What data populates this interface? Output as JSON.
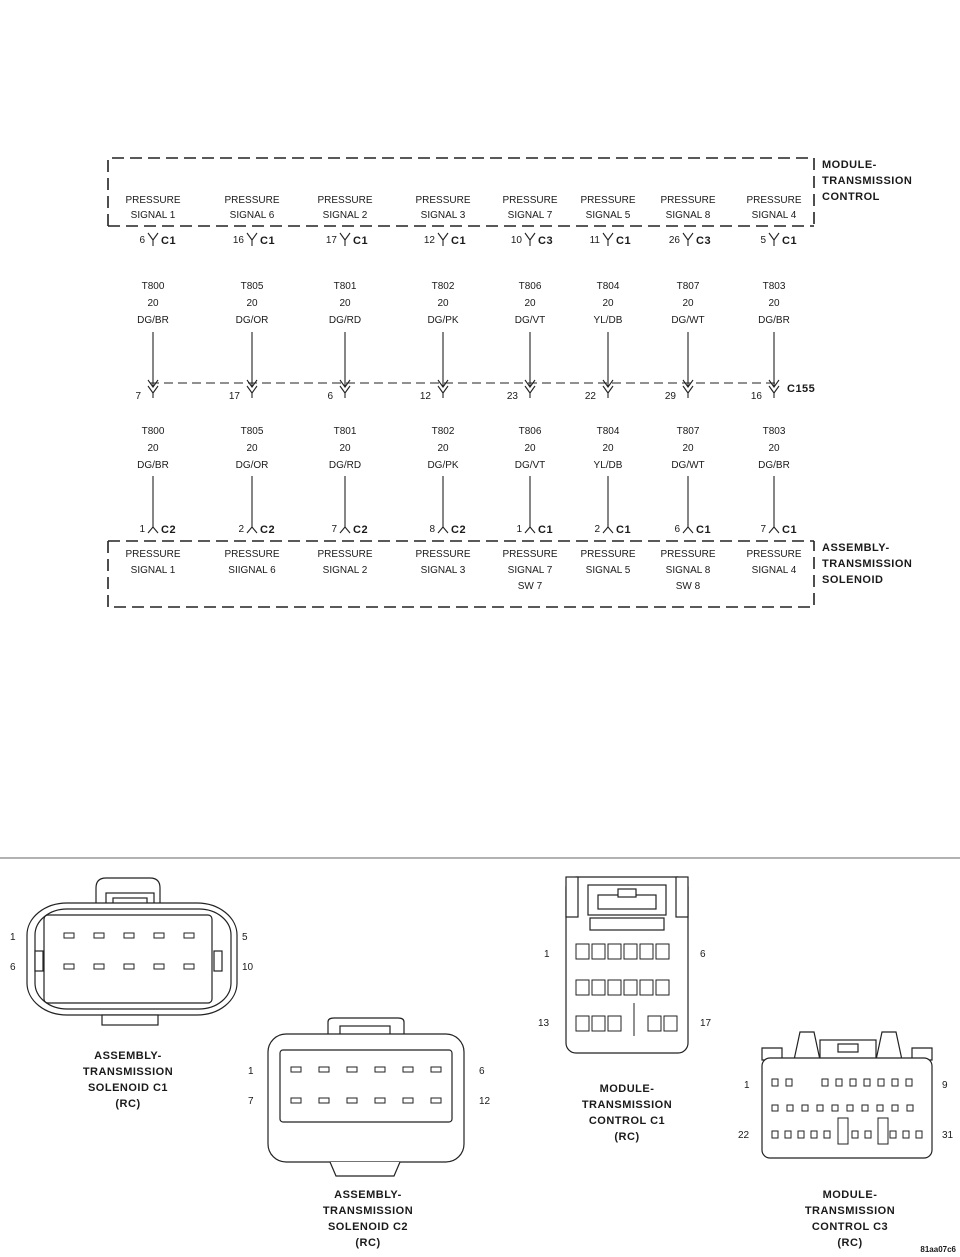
{
  "top_module": {
    "lines": [
      "MODULE-",
      "TRANSMISSION",
      "CONTROL"
    ]
  },
  "bottom_module": {
    "lines": [
      "ASSEMBLY-",
      "TRANSMISSION",
      "SOLENOID"
    ]
  },
  "splice_label": "C155",
  "circuits": [
    {
      "top_label": [
        "PRESSURE",
        "SIGNAL 1"
      ],
      "top_pin": "6",
      "top_conn": "C1",
      "wire_top": [
        "T800",
        "20",
        "DG/BR"
      ],
      "mid_pin": "7",
      "wire_bottom": [
        "T800",
        "20",
        "DG/BR"
      ],
      "bottom_pin": "1",
      "bottom_conn": "C2",
      "bottom_label": [
        "PRESSURE",
        "SIGNAL 1"
      ]
    },
    {
      "top_label": [
        "PRESSURE",
        "SIGNAL 6"
      ],
      "top_pin": "16",
      "top_conn": "C1",
      "wire_top": [
        "T805",
        "20",
        "DG/OR"
      ],
      "mid_pin": "17",
      "wire_bottom": [
        "T805",
        "20",
        "DG/OR"
      ],
      "bottom_pin": "2",
      "bottom_conn": "C2",
      "bottom_label": [
        "PRESSURE",
        "SIIGNAL 6"
      ]
    },
    {
      "top_label": [
        "PRESSURE",
        "SIGNAL 2"
      ],
      "top_pin": "17",
      "top_conn": "C1",
      "wire_top": [
        "T801",
        "20",
        "DG/RD"
      ],
      "mid_pin": "6",
      "wire_bottom": [
        "T801",
        "20",
        "DG/RD"
      ],
      "bottom_pin": "7",
      "bottom_conn": "C2",
      "bottom_label": [
        "PRESSURE",
        "SIGNAL 2"
      ]
    },
    {
      "top_label": [
        "PRESSURE",
        "SIGNAL 3"
      ],
      "top_pin": "12",
      "top_conn": "C1",
      "wire_top": [
        "T802",
        "20",
        "DG/PK"
      ],
      "mid_pin": "12",
      "wire_bottom": [
        "T802",
        "20",
        "DG/PK"
      ],
      "bottom_pin": "8",
      "bottom_conn": "C2",
      "bottom_label": [
        "PRESSURE",
        "SIGNAL 3"
      ]
    },
    {
      "top_label": [
        "PRESSURE",
        "SIGNAL 7"
      ],
      "top_pin": "10",
      "top_conn": "C3",
      "wire_top": [
        "T806",
        "20",
        "DG/VT"
      ],
      "mid_pin": "23",
      "wire_bottom": [
        "T806",
        "20",
        "DG/VT"
      ],
      "bottom_pin": "1",
      "bottom_conn": "C1",
      "bottom_label": [
        "PRESSURE",
        "SIGNAL 7",
        "SW 7"
      ]
    },
    {
      "top_label": [
        "PRESSURE",
        "SIGNAL 5"
      ],
      "top_pin": "11",
      "top_conn": "C1",
      "wire_top": [
        "T804",
        "20",
        "YL/DB"
      ],
      "mid_pin": "22",
      "wire_bottom": [
        "T804",
        "20",
        "YL/DB"
      ],
      "bottom_pin": "2",
      "bottom_conn": "C1",
      "bottom_label": [
        "PRESSURE",
        "SIGNAL 5"
      ]
    },
    {
      "top_label": [
        "PRESSURE",
        "SIGNAL 8"
      ],
      "top_pin": "26",
      "top_conn": "C3",
      "wire_top": [
        "T807",
        "20",
        "DG/WT"
      ],
      "mid_pin": "29",
      "wire_bottom": [
        "T807",
        "20",
        "DG/WT"
      ],
      "bottom_pin": "6",
      "bottom_conn": "C1",
      "bottom_label": [
        "PRESSURE",
        "SIGNAL 8",
        "SW 8"
      ]
    },
    {
      "top_label": [
        "PRESSURE",
        "SIGNAL 4"
      ],
      "top_pin": "5",
      "top_conn": "C1",
      "wire_top": [
        "T803",
        "20",
        "DG/BR"
      ],
      "mid_pin": "16",
      "wire_bottom": [
        "T803",
        "20",
        "DG/BR"
      ],
      "bottom_pin": "7",
      "bottom_conn": "C1",
      "bottom_label": [
        "PRESSURE",
        "SIGNAL 4"
      ]
    }
  ],
  "connectors": {
    "sol_c1": {
      "title": [
        "ASSEMBLY-",
        "TRANSMISSION",
        "SOLENOID C1",
        "(RC)"
      ],
      "pins": [
        "1",
        "5",
        "6",
        "10"
      ]
    },
    "sol_c2": {
      "title": [
        "ASSEMBLY-",
        "TRANSMISSION",
        "SOLENOID C2",
        "(RC)"
      ],
      "pins": [
        "1",
        "6",
        "7",
        "12"
      ]
    },
    "tcm_c1": {
      "title": [
        "MODULE-",
        "TRANSMISSION",
        "CONTROL C1",
        "(RC)"
      ],
      "pins": [
        "1",
        "6",
        "13",
        "17"
      ]
    },
    "tcm_c3": {
      "title": [
        "MODULE-",
        "TRANSMISSION",
        "CONTROL C3",
        "(RC)"
      ],
      "pins": [
        "1",
        "9",
        "22",
        "31"
      ]
    }
  },
  "figure_id": "81aa07c6"
}
